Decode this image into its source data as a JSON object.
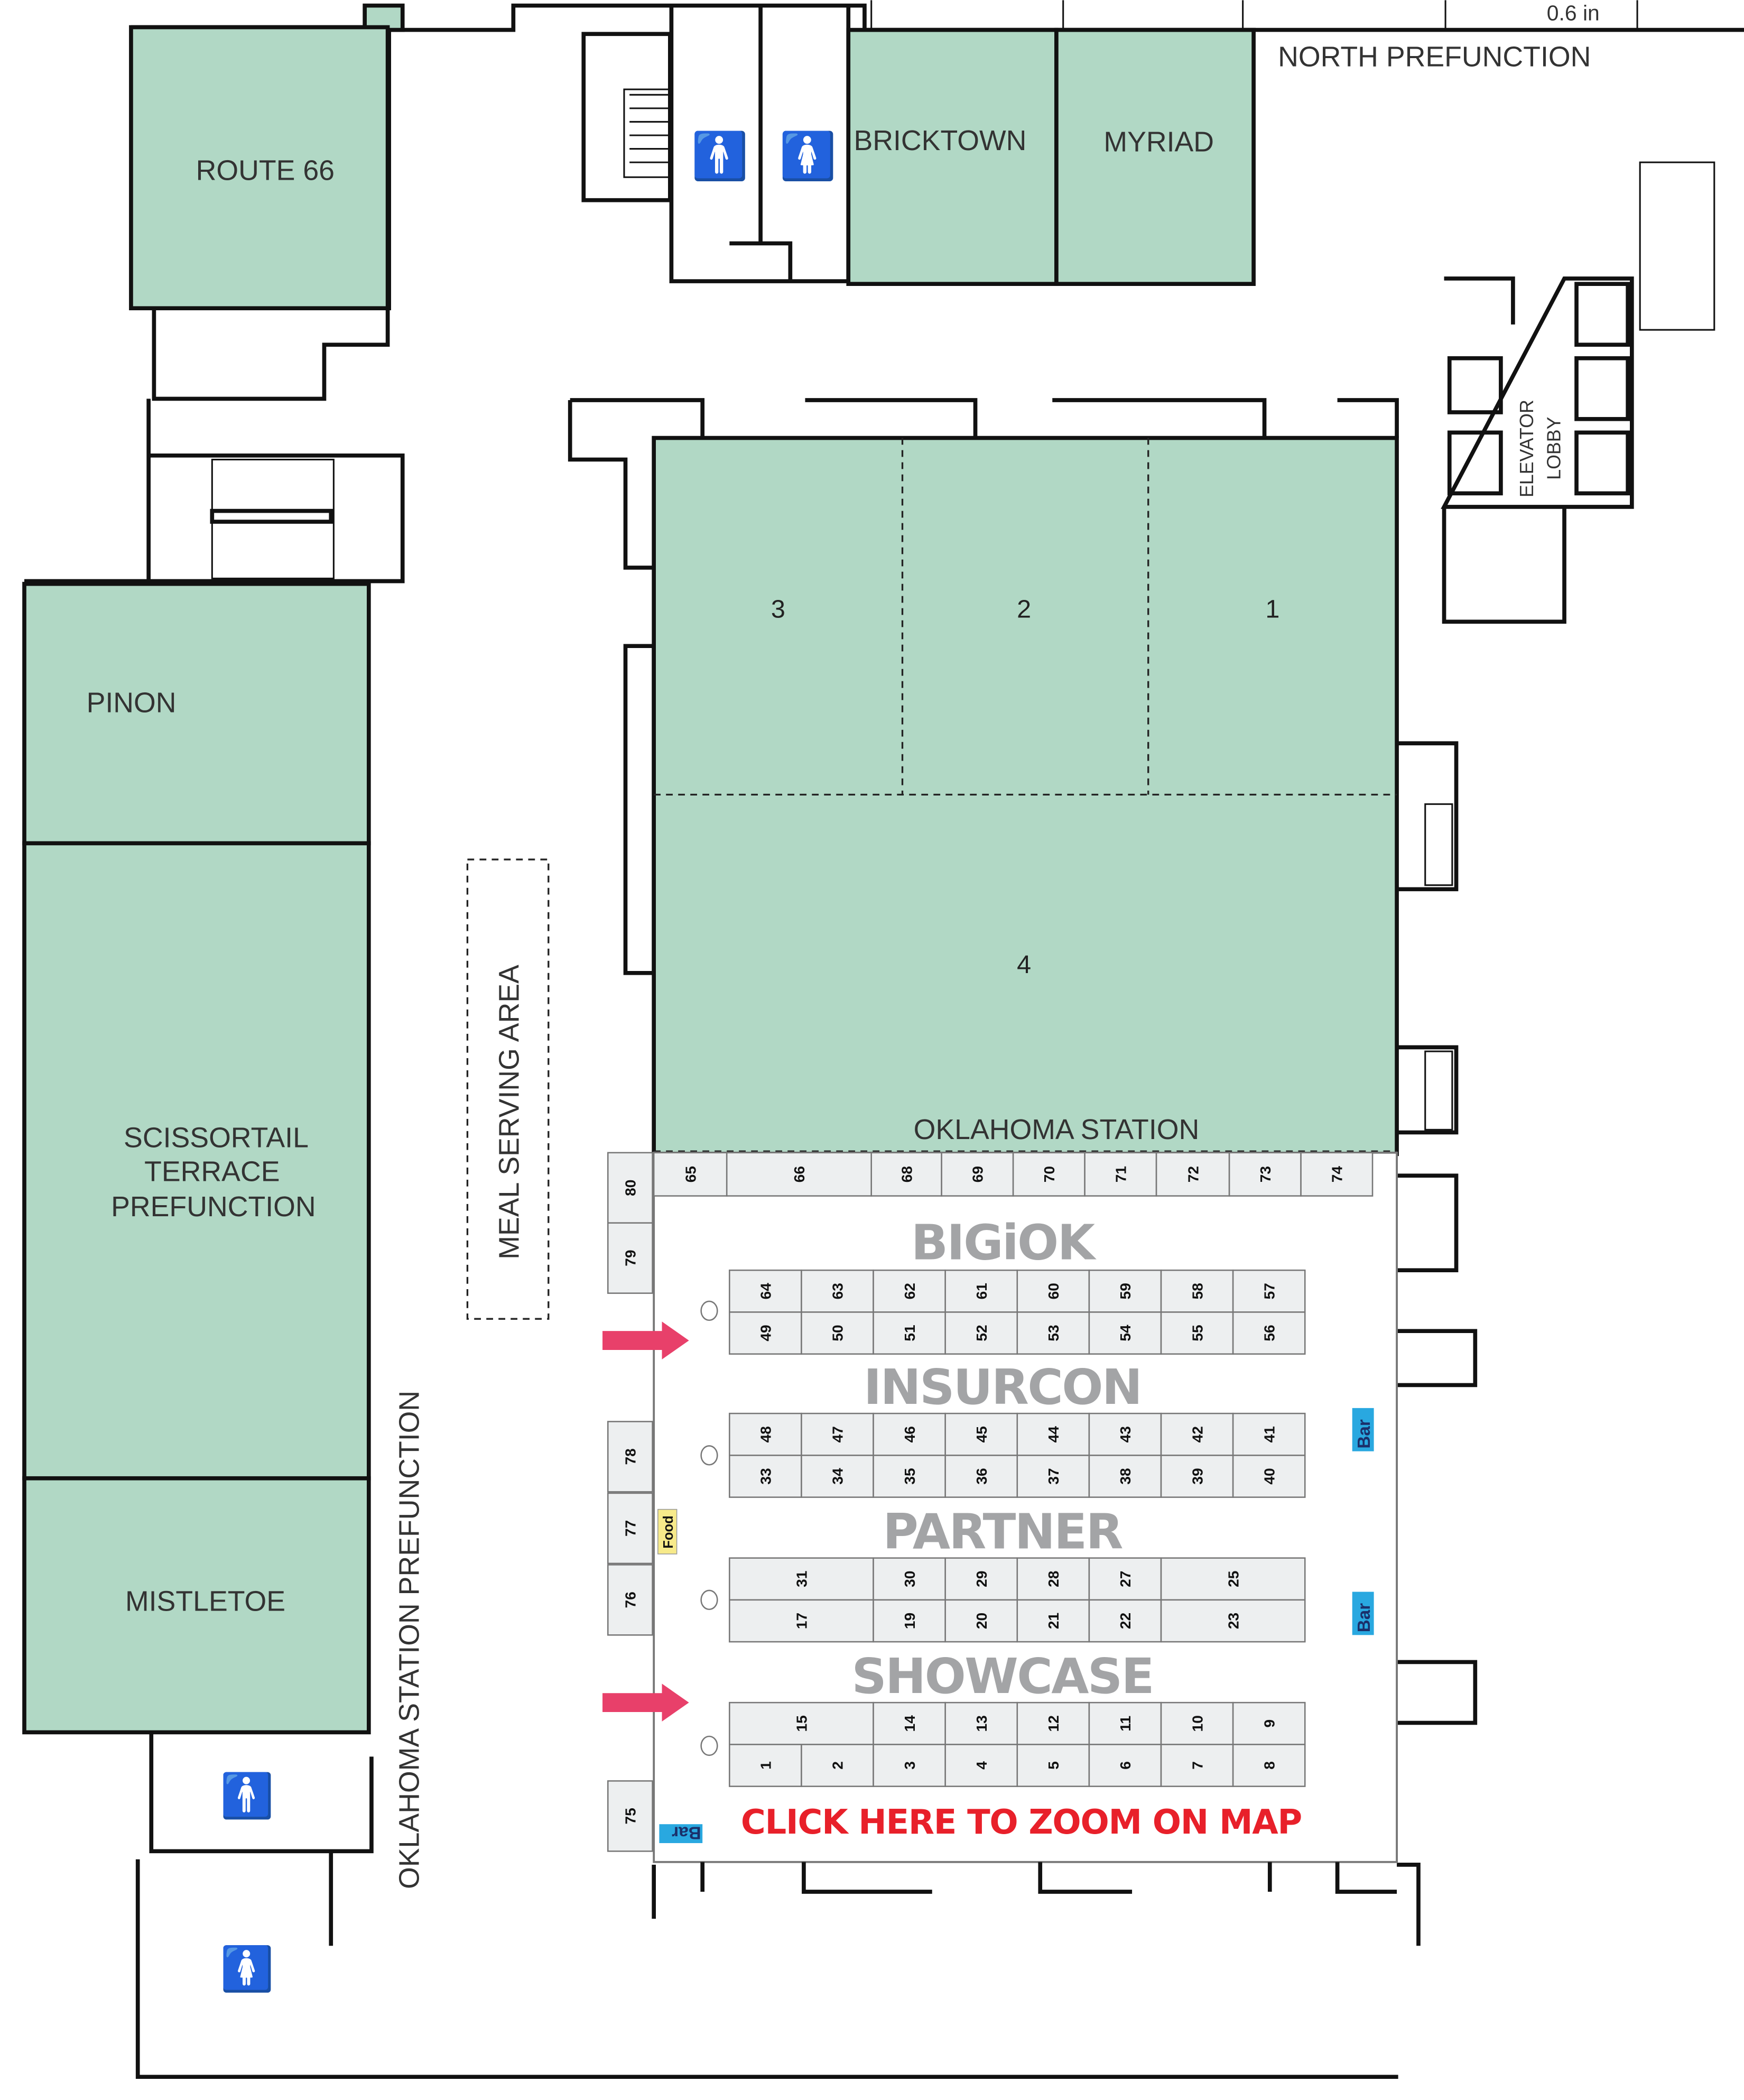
{
  "scale_label": "0.6 in",
  "areas": {
    "north_prefunction": "NORTH PREFUNCTION",
    "route66": "ROUTE 66",
    "bricktown": "BRICKTOWN",
    "myriad": "MYRIAD",
    "pinon": "PINON",
    "scissortail": [
      "SCISSORTAIL",
      "TERRACE",
      "PREFUNCTION"
    ],
    "mistletoe": "MISTLETOE",
    "meal_serving": "MEAL SERVING AREA",
    "ok_station_prefunction": "OKLAHOMA STATION PREFUNCTION",
    "oklahoma_station": "OKLAHOMA STATION",
    "elevator_lobby": [
      "ELEVATOR",
      "LOBBY"
    ],
    "salons": [
      "1",
      "2",
      "3",
      "4"
    ]
  },
  "sections": [
    "BIGiOK",
    "INSURCON",
    "PARTNER",
    "SHOWCASE"
  ],
  "booths": {
    "top_row": [
      "65",
      "66",
      "68",
      "69",
      "70",
      "71",
      "72",
      "73",
      "74"
    ],
    "left_column": [
      "80",
      "79",
      "78",
      "77",
      "76",
      "75"
    ],
    "blocks": [
      {
        "upper": [
          "64",
          "63",
          "62",
          "61",
          "60",
          "59",
          "58",
          "57"
        ],
        "lower": [
          "49",
          "50",
          "51",
          "52",
          "53",
          "54",
          "55",
          "56"
        ]
      },
      {
        "upper": [
          "48",
          "47",
          "46",
          "45",
          "44",
          "43",
          "42",
          "41"
        ],
        "lower": [
          "33",
          "34",
          "35",
          "36",
          "37",
          "38",
          "39",
          "40"
        ]
      },
      {
        "upper": [
          "31",
          "30",
          "29",
          "28",
          "27",
          "25"
        ],
        "lower": [
          "17",
          "19",
          "20",
          "21",
          "22",
          "23"
        ]
      },
      {
        "upper": [
          "15",
          "14",
          "13",
          "12",
          "11",
          "10",
          "9"
        ],
        "lower": [
          "1",
          "2",
          "3",
          "4",
          "5",
          "6",
          "7",
          "8"
        ]
      }
    ]
  },
  "amenities": {
    "bar": "Bar",
    "food": "Food"
  },
  "cta": "CLICK HERE TO ZOOM ON MAP",
  "colors": {
    "room": "#b1d8c5",
    "arrow": "#e8406a",
    "cta": "#e8202a",
    "bar": "#29a8e0",
    "food": "#f7ea8a"
  }
}
